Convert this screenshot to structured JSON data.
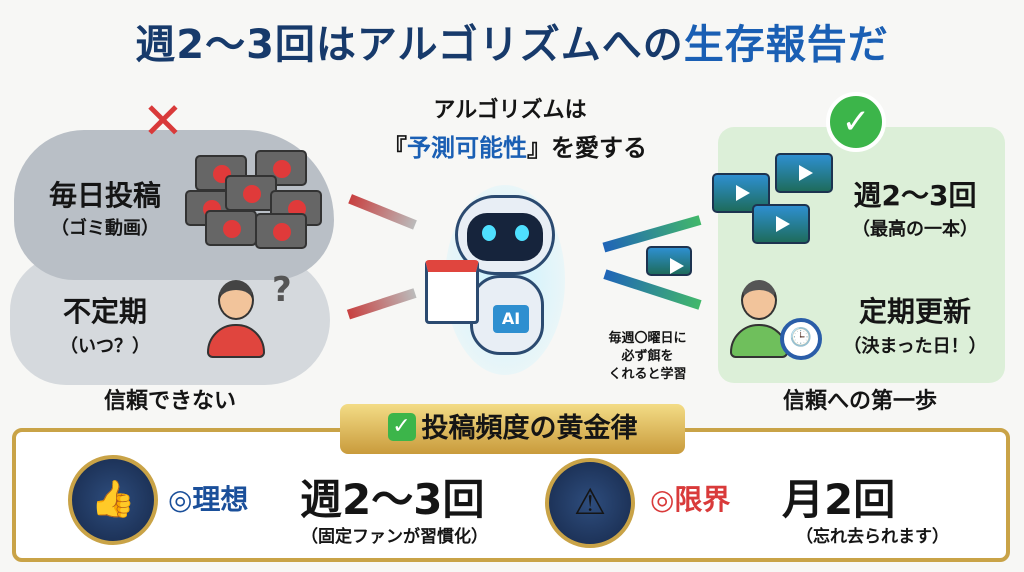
{
  "title": {
    "main": "週2〜3回はアルゴリズムへの",
    "highlight": "生存報告だ"
  },
  "bad": {
    "item1": "毎日投稿",
    "item1_sub": "（ゴミ動画）",
    "item2": "不定期",
    "item2_sub": "（いつ？）",
    "caption": "信頼できない",
    "mark": "✕",
    "question": "?"
  },
  "center": {
    "line1": "アルゴリズムは",
    "open": "『",
    "highlight": "予測可能性",
    "close": "』を愛する",
    "robot_badge": "AI",
    "note1": "毎週〇曜日に",
    "note2": "必ず餌を",
    "note3": "くれると学習"
  },
  "good": {
    "item1": "週2〜3回",
    "item1_sub": "（最高の一本）",
    "item2": "定期更新",
    "item2_sub": "（決まった日！）",
    "caption": "信頼への第一歩",
    "mark": "✓"
  },
  "rule": {
    "header": "投稿頻度の黄金律",
    "header_check": "✓",
    "ideal": {
      "label": "◎理想",
      "value": "週2〜3回",
      "sub": "（固定ファンが習慣化）"
    },
    "limit": {
      "label": "◎限界",
      "value": "月2回",
      "sub": "（忘れ去られます）"
    }
  },
  "colors": {
    "navy": "#173a6b",
    "blue": "#1a5fb4",
    "red": "#d93a3a",
    "green": "#3cb54a",
    "gold": "#c9a347"
  }
}
